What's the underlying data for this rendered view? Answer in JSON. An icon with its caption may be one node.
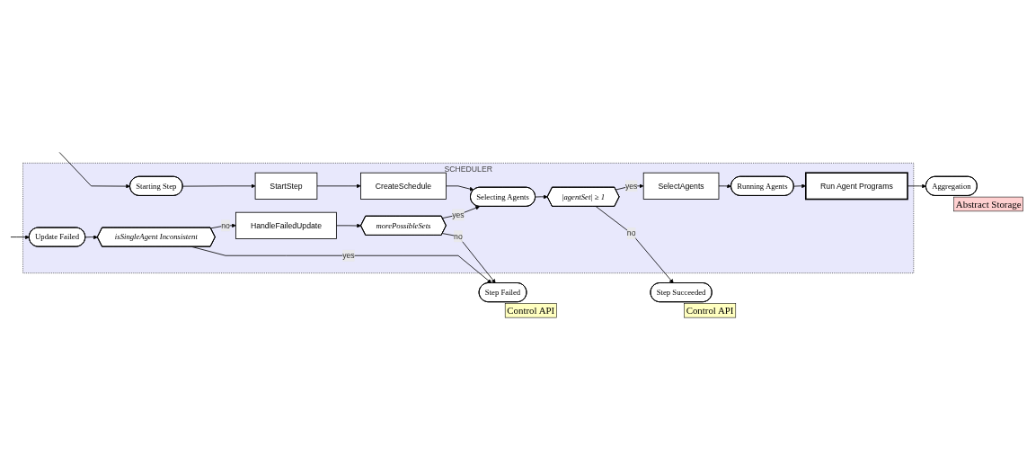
{
  "diagram": {
    "nodes": [
      {
        "text": [
          "SCHEDULER"
        ]
      },
      {
        "text": [
          "Starting Step"
        ],
        "in": 0
      },
      {
        "text": [
          "StartStep"
        ],
        "in": 0
      },
      {
        "text": [
          "CreateSchedule"
        ],
        "in": 0
      },
      {
        "text": [
          "Selecting Agents"
        ],
        "in": 0
      },
      {
        "text": [
          "|agentSet| ≥ 1"
        ],
        "in": 0
      },
      {
        "text": [
          "SelectAgents"
        ],
        "in": 0
      },
      {
        "text": [
          "Running Agents"
        ],
        "in": 0
      },
      {
        "text": [
          "Run Agent Programs"
        ],
        "in": 0
      },
      {
        "text": [
          "Update Failed"
        ],
        "in": 0
      },
      {
        "text": [
          "isSingleAgent Inconsistent"
        ],
        "in": 0
      },
      {
        "text": [
          "HandleFailedUpdate"
        ],
        "in": 0
      },
      {
        "text": [
          "morePossibleSets"
        ],
        "in": 0
      },
      {
        "text": [
          "Step Succeeded"
        ],
        "beside": [
          "Control API"
        ]
      },
      {
        "text": [
          "Aggregation"
        ],
        "beside": [
          "Abstract Storage"
        ]
      },
      {
        "text": [
          "Step Failed"
        ],
        "beside": [
          "Control API"
        ]
      }
    ],
    "edges": [
      {
        "from": null,
        "to": 1,
        "arrow": "to"
      },
      {
        "from": 1,
        "to": 2,
        "arrow": "to"
      },
      {
        "from": 2,
        "to": 3,
        "arrow": "to"
      },
      {
        "from": 3,
        "to": 4,
        "arrow": "to"
      },
      {
        "from": 4,
        "to": 5,
        "arrow": "to"
      },
      {
        "from": 5,
        "to": 6,
        "arrow": "to",
        "label": "yes"
      },
      {
        "from": 5,
        "to": 13,
        "arrow": "to",
        "label": "no"
      },
      {
        "from": 6,
        "to": 7,
        "arrow": "to"
      },
      {
        "from": 7,
        "to": 8,
        "arrow": "to"
      },
      {
        "from": 8,
        "to": 14,
        "arrow": "to"
      },
      {
        "from": null,
        "to": 9,
        "arrow": "to"
      },
      {
        "from": 9,
        "to": 10,
        "arrow": "to"
      },
      {
        "from": 10,
        "to": 11,
        "arrow": "to",
        "label": "no"
      },
      {
        "from": 11,
        "to": 12,
        "arrow": "to"
      },
      {
        "from": 12,
        "to": 4,
        "arrow": "to",
        "label": "yes"
      },
      {
        "from": 12,
        "to": 15,
        "arrow": "to",
        "label": "no"
      },
      {
        "from": 10,
        "to": 15,
        "arrow": "to",
        "label": "yes"
      }
    ]
  }
}
